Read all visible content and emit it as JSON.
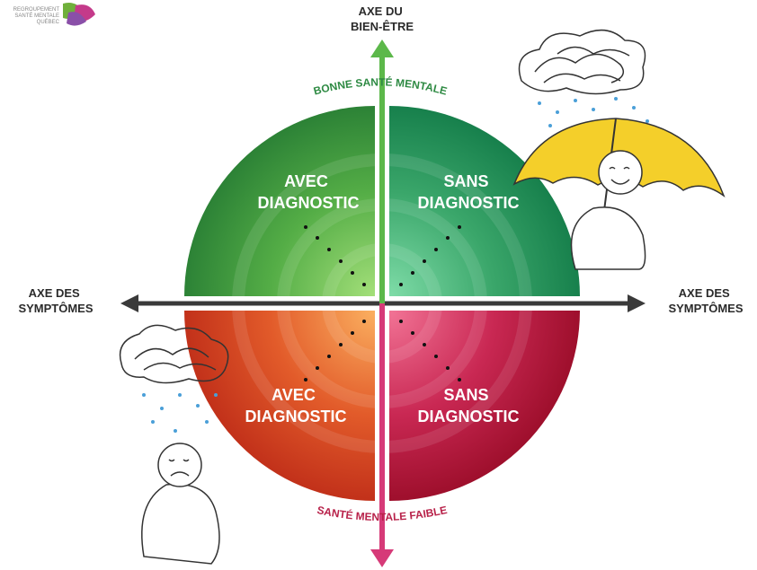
{
  "logo": {
    "text": [
      "REGROUPEMENT",
      "SANTÉ MENTALE",
      "QUÉBEC"
    ]
  },
  "axes": {
    "wellbeing_axis": {
      "line1": "AXE DU",
      "line2": "BIEN-ÊTRE"
    },
    "symptoms_left": {
      "line1": "AXE DES",
      "line2": "SYMPTÔMES"
    },
    "symptoms_right": {
      "line1": "AXE DES",
      "line2": "SYMPTÔMES"
    }
  },
  "arcs": {
    "top": "BONNE SANTÉ MENTALE",
    "bottom": "SANTÉ MENTALE FAIBLE"
  },
  "quadrants": [
    {
      "id": "top-left",
      "line1": "AVEC",
      "line2": "DIAGNOSTIC",
      "color_outer": "#2f8a3a",
      "color_inner": "#8fd46a"
    },
    {
      "id": "top-right",
      "line1": "SANS",
      "line2": "DIAGNOSTIC",
      "color_outer": "#1b8a52",
      "color_inner": "#6fd49a"
    },
    {
      "id": "bottom-left",
      "line1": "AVEC",
      "line2": "DIAGNOSTIC",
      "color_outer": "#c8361c",
      "color_inner": "#f59a4a"
    },
    {
      "id": "bottom-right",
      "line1": "SANS",
      "line2": "DIAGNOSTIC",
      "color_outer": "#a81231",
      "color_inner": "#ec5b7e"
    }
  ],
  "colors": {
    "arrow_up": "#5cb84a",
    "arrow_down": "#d63a78",
    "arrow_horizontal": "#3a3a3a",
    "arc_top_text": "#2e8a43",
    "arc_bottom_text": "#b8224a",
    "umbrella": "#f4cf2a"
  }
}
